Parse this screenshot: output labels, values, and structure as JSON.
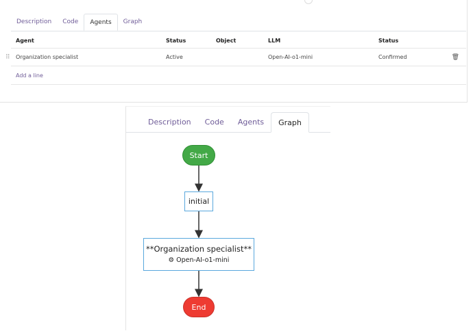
{
  "top_tabs": [
    "Description",
    "Code",
    "Agents",
    "Graph"
  ],
  "table": {
    "headers": [
      "Agent",
      "Status",
      "Object",
      "LLM",
      "Status"
    ],
    "rows": [
      {
        "agent": "Organization specialist",
        "status": "Active",
        "object": "",
        "llm": "Open-AI-o1-mini",
        "status2": "Confirmed"
      }
    ],
    "add_line": "Add a line",
    "trash_icon": "trash-icon",
    "drag_icon": "drag-handle-icon"
  },
  "graph_tabs": [
    "Description",
    "Code",
    "Agents",
    "Graph"
  ],
  "graph": {
    "start": "Start",
    "initial": "initial",
    "agent_title": "**Organization specialist**",
    "agent_llm": "Open-AI-o1-mini",
    "agent_icon": "gear-icon",
    "end": "End",
    "colors": {
      "start": "#43a947",
      "end": "#ee3b32",
      "node_border": "#58a7dd",
      "tab_link": "#6f5c98"
    }
  }
}
